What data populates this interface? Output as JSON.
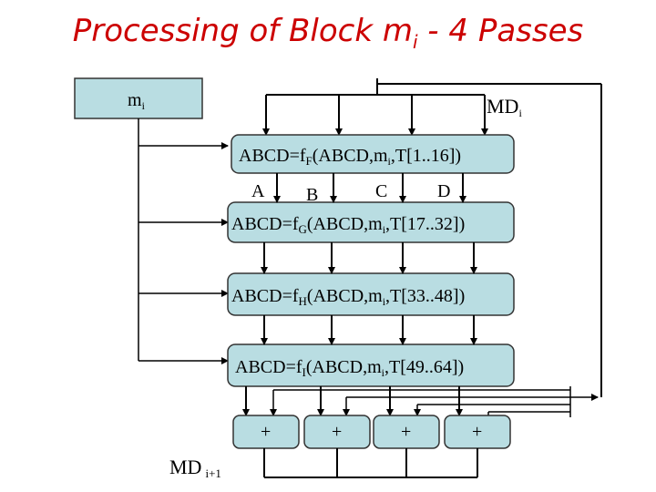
{
  "title": {
    "main": "Processing of Block m",
    "sub": "i",
    "suffix": " - 4 Passes"
  },
  "input_block": {
    "label": "m",
    "sub": "i"
  },
  "md_block": {
    "label": "MD",
    "sub": "i"
  },
  "passes": [
    {
      "pre": "ABCD=f",
      "fn": "F",
      "mid": "(ABCD,m",
      "msub": "i",
      "post": ",T[1..16])"
    },
    {
      "pre": "ABCD=f",
      "fn": "G",
      "mid": "(ABCD,m",
      "msub": "i",
      "post": ",T[17..32])"
    },
    {
      "pre": "ABCD=f",
      "fn": "H",
      "mid": "(ABCD,m",
      "msub": "i",
      "post": ",T[33..48])"
    },
    {
      "pre": "ABCD=f",
      "fn": "I",
      "mid": "(ABCD,m",
      "msub": "i",
      "post": ",T[49..64])"
    }
  ],
  "register_labels": [
    "A",
    "B",
    "C",
    "D"
  ],
  "adders": [
    "+",
    "+",
    "+",
    "+"
  ],
  "output": {
    "label": "MD",
    "sub": "i+1"
  },
  "colors": {
    "box_fill": "#b9dde2",
    "title": "#cc0000",
    "line": "#000000"
  }
}
